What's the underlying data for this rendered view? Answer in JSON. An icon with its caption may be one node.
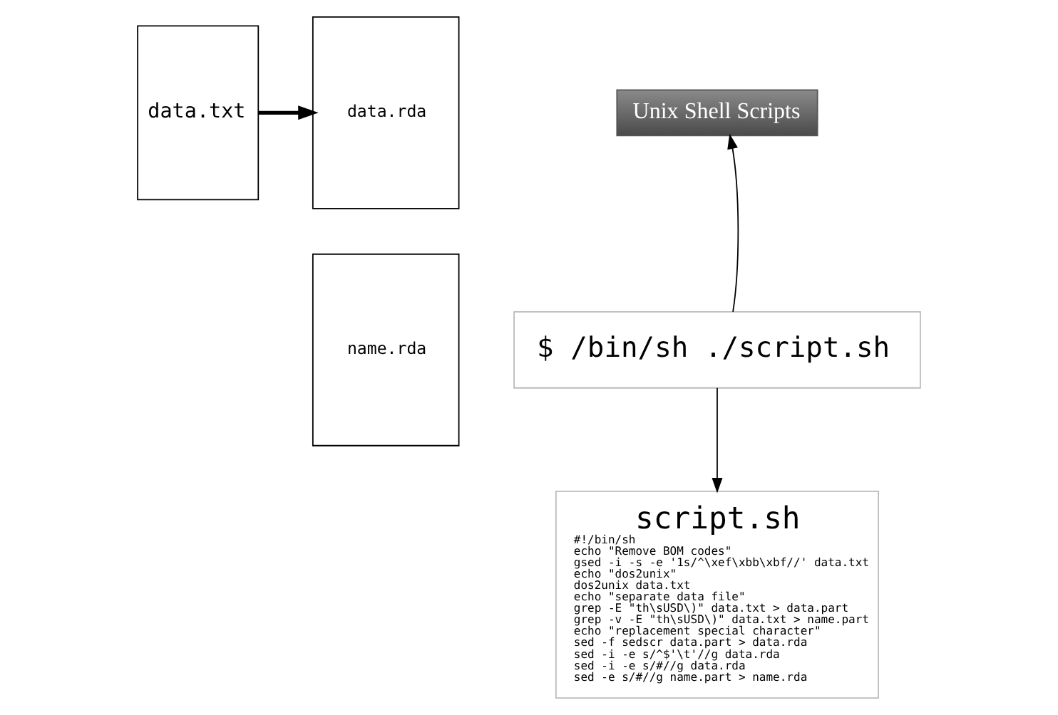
{
  "diagram": {
    "nodes": [
      {
        "text": [
          "data.txt"
        ]
      },
      {
        "text": [
          "Unix Shell Scripts"
        ]
      },
      {
        "text": [
          "data.rda"
        ]
      },
      {
        "text": [
          "$ /bin/sh ./script.sh"
        ]
      },
      {
        "text": [
          "name.rda"
        ]
      },
      {
        "text": [
          "script.sh",
          "#!/bin/sh",
          "echo \"Remove BOM codes\"",
          "gsed -i -s -e '1s/^\\xef\\xbb\\xbf//' data.txt",
          "echo \"dos2unix\"",
          "dos2unix data.txt",
          "echo \"separate data file\"",
          "grep -E \"th\\sUSD\\)\" data.txt > data.part",
          "grep -v -E \"th\\sUSD\\)\" data.txt > name.part",
          "echo \"replacement special character\"",
          "sed -f sedscr data.part > data.rda",
          "sed -i -e s/^$'\\t'//g data.rda",
          "sed -i -e s/#//g data.rda",
          "sed -e s/#//g name.part > name.rda"
        ]
      }
    ],
    "edges": [
      {
        "from": 0,
        "to": 2,
        "arrow": "to",
        "style": "thick"
      },
      {
        "from": 3,
        "to": 1,
        "arrow": "to"
      },
      {
        "from": 3,
        "to": 5,
        "arrow": "to"
      }
    ]
  }
}
